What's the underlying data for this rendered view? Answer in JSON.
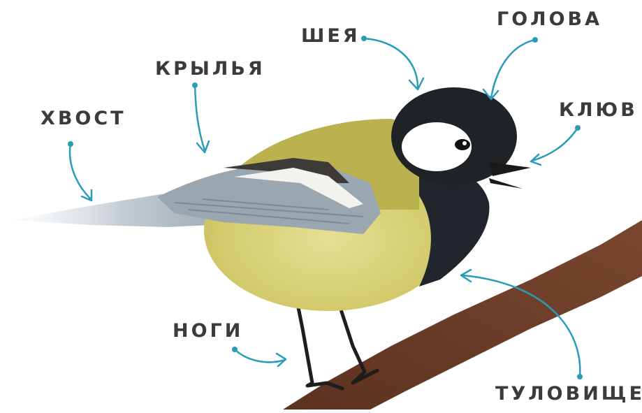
{
  "labels": {
    "head": "ГОЛОВА",
    "neck": "ШЕЯ",
    "wings": "КРЫЛЬЯ",
    "tail": "ХВОСТ",
    "beak": "КЛЮВ",
    "legs": "НОГИ",
    "body": "ТУЛОВИЩЕ"
  },
  "colors": {
    "arrow": "#2a9bb8",
    "text": "#3b3b3b",
    "belly": "#d7d07a",
    "back": "#b4ad4a",
    "head": "#1f2326",
    "cheek": "#ffffff",
    "wing": "#9aa6b0",
    "branch": "#6e3f2a"
  }
}
